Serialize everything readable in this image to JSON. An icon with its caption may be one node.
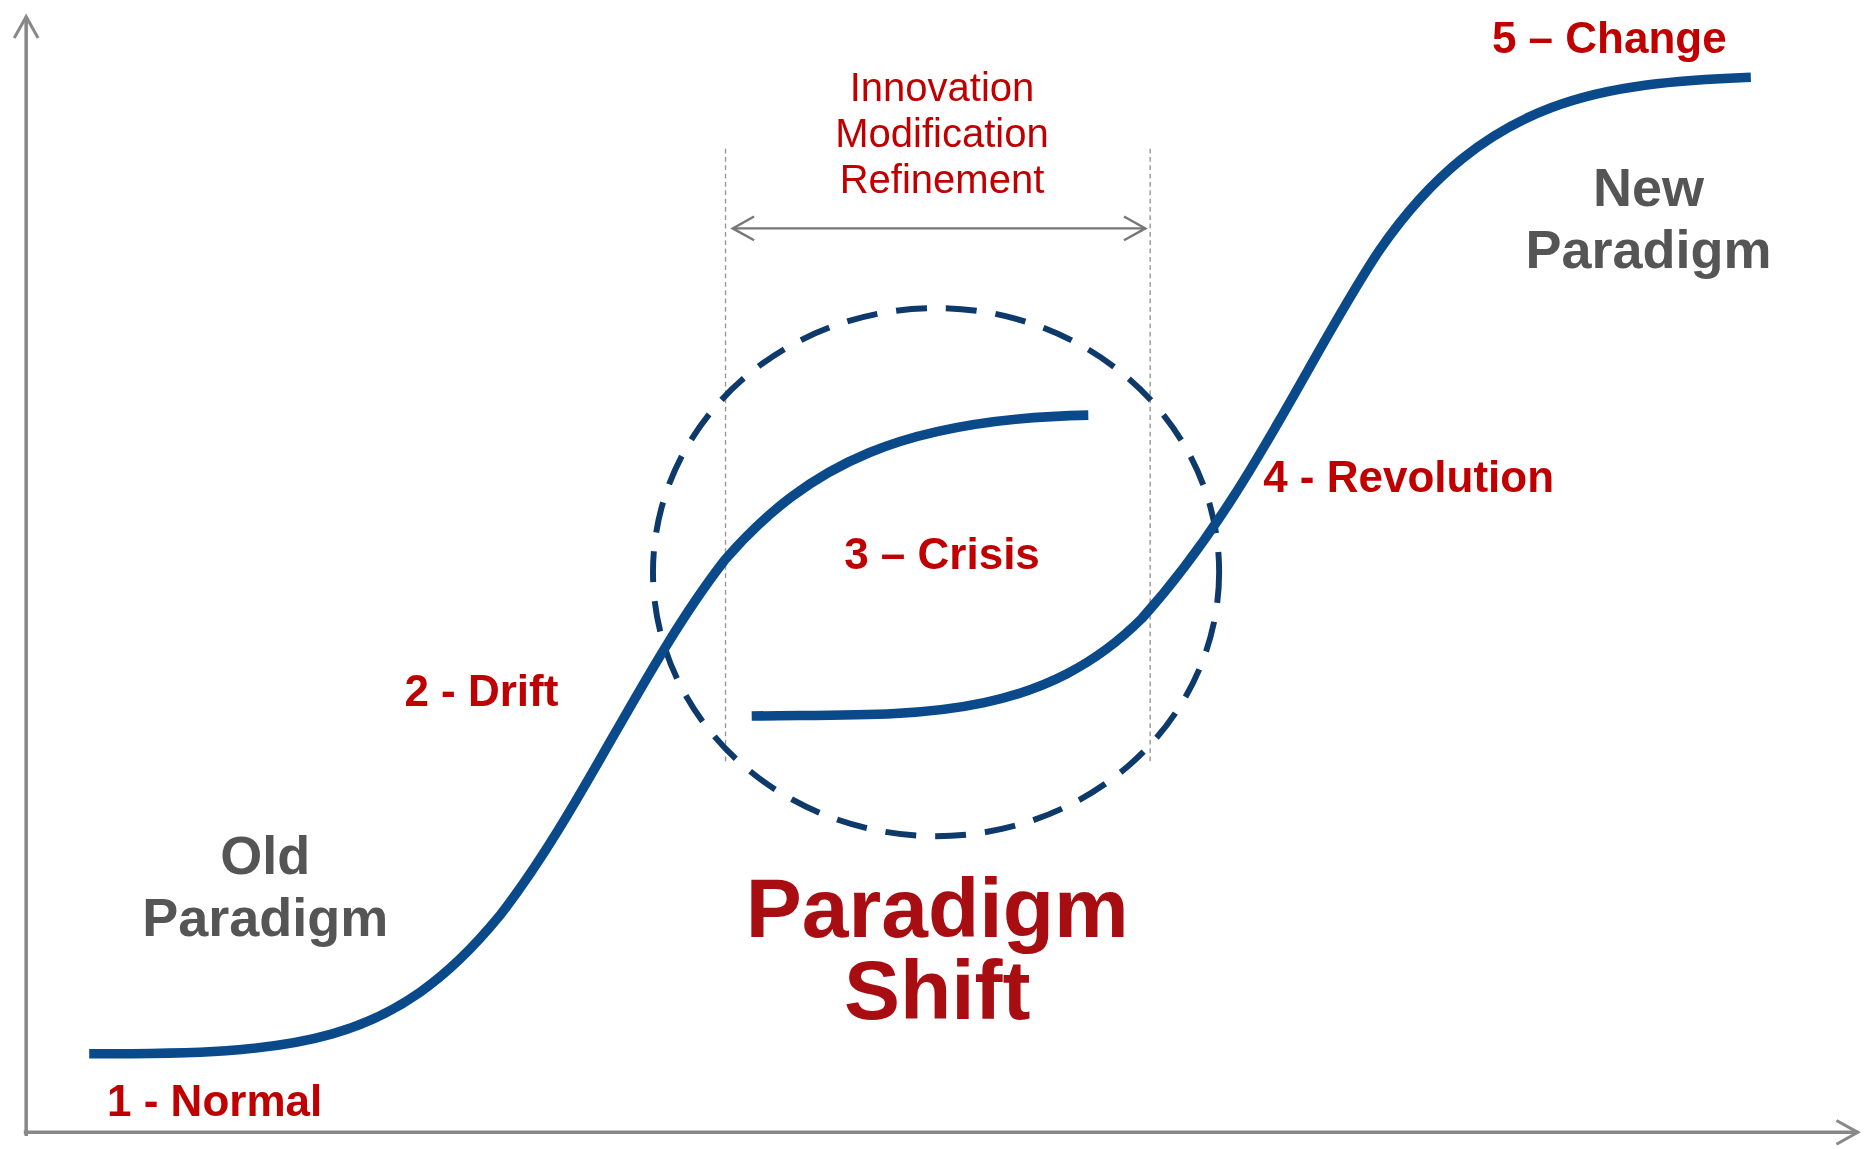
{
  "diagram": {
    "labels": [
      "5 – Change",
      "Innovation Modification Refinement",
      "New Paradigm",
      "4 - Revolution",
      "3 – Crisis",
      "2 - Drift",
      "Old Paradigm",
      "Paradigm Shift",
      "1 - Normal"
    ]
  }
}
